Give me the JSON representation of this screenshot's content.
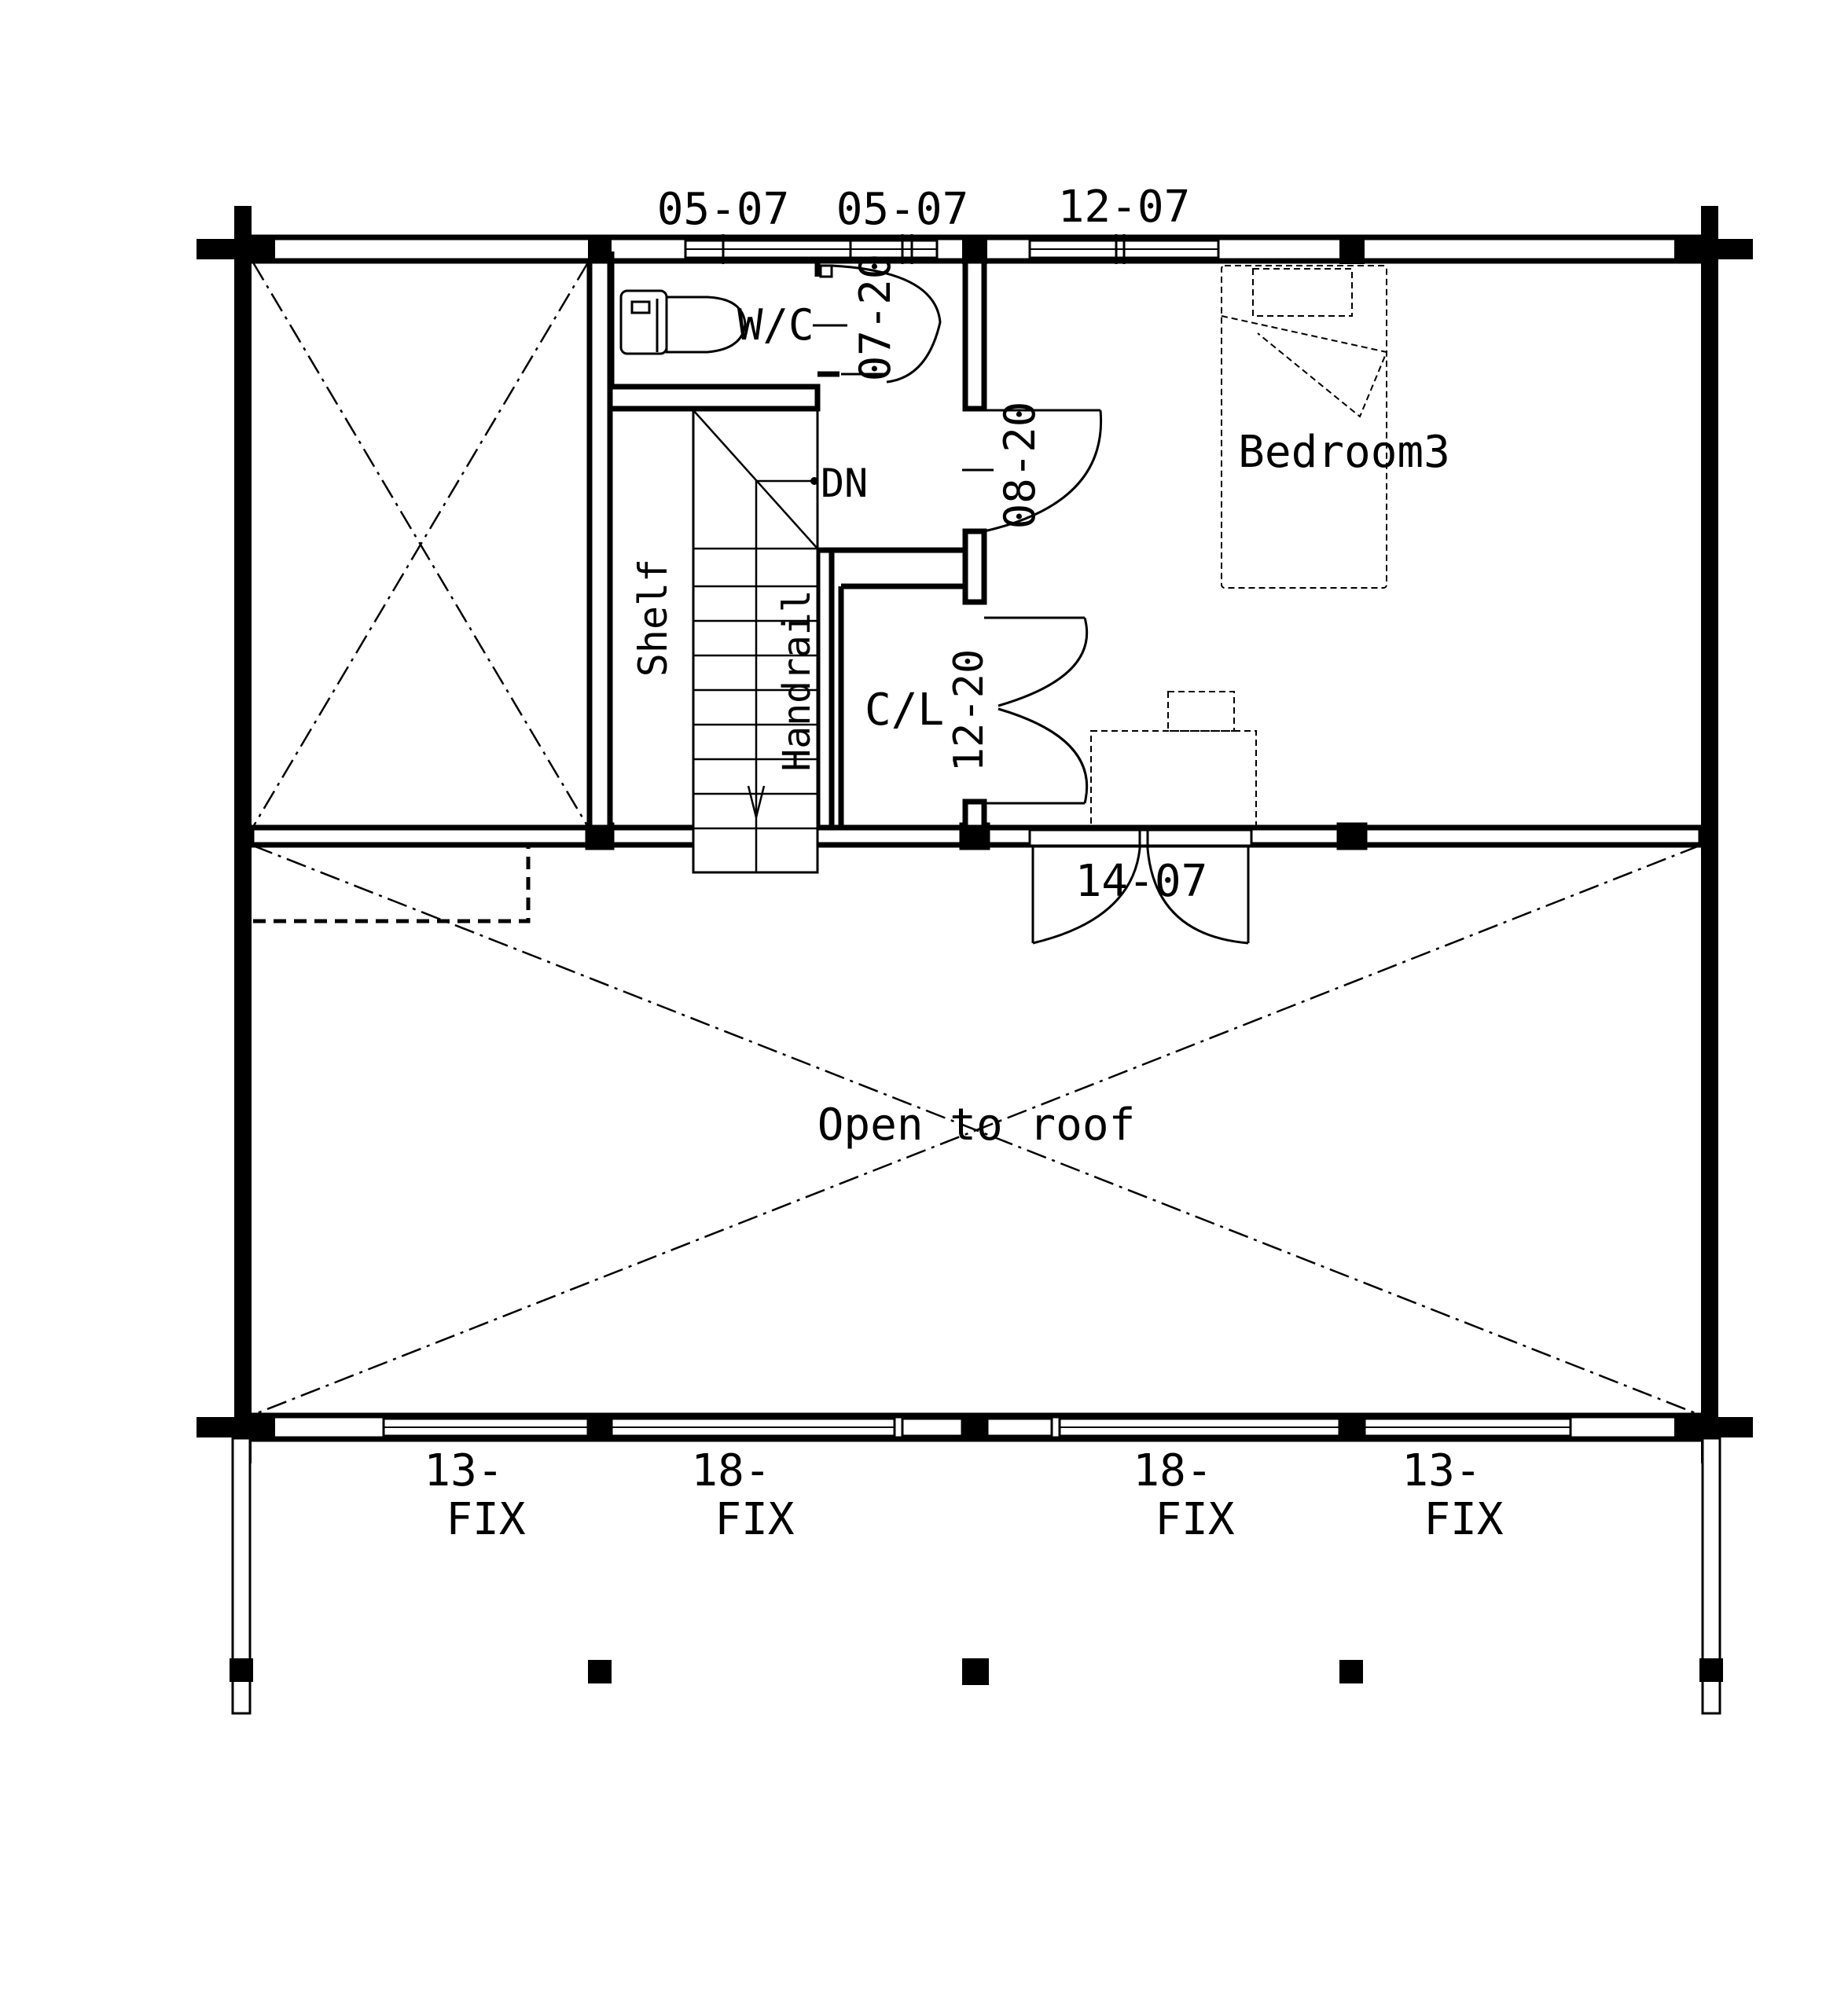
{
  "colors": {
    "ink": "#000000",
    "paper": "#ffffff"
  },
  "labels": {
    "window_top_1": "05-07",
    "window_top_2": "05-07",
    "window_top_3": "12-07",
    "wc": "W/C",
    "wc_door": "07-20",
    "hall_door": "08-20",
    "dn": "DN",
    "bedroom": "Bedroom3",
    "shelf": "Shelf",
    "handrail": "Handrail",
    "closet": "C/L",
    "closet_door": "12-20",
    "balcony_door": "14-07",
    "open_area": "Open to roof",
    "window_bottom_1_size": "13-",
    "window_bottom_1_type": "FIX",
    "window_bottom_2_size": "18-",
    "window_bottom_2_type": "FIX",
    "window_bottom_3_size": "18-",
    "window_bottom_3_type": "FIX",
    "window_bottom_4_size": "13-",
    "window_bottom_4_type": "FIX"
  },
  "icons": [
    "toilet-icon",
    "bed-icon",
    "desk-icon",
    "stair-arrow-icon"
  ]
}
